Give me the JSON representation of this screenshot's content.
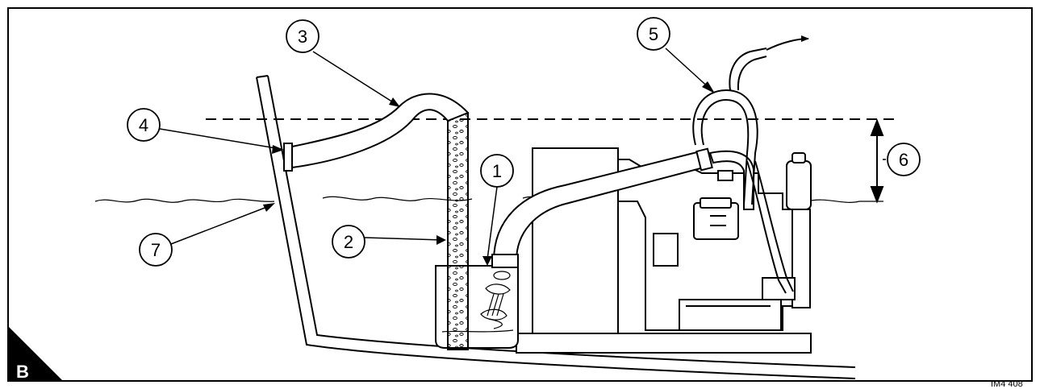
{
  "figure": {
    "panel_label": "B",
    "figure_id": "IM4 408"
  },
  "callouts": [
    {
      "id": "1",
      "label": "1"
    },
    {
      "id": "2",
      "label": "2"
    },
    {
      "id": "3",
      "label": "3"
    },
    {
      "id": "4",
      "label": "4"
    },
    {
      "id": "5",
      "label": "5"
    },
    {
      "id": "6",
      "label": "6"
    },
    {
      "id": "7",
      "label": "7"
    }
  ],
  "colors": {
    "line": "#000000",
    "background": "#ffffff",
    "water": "#cfcfcf"
  }
}
